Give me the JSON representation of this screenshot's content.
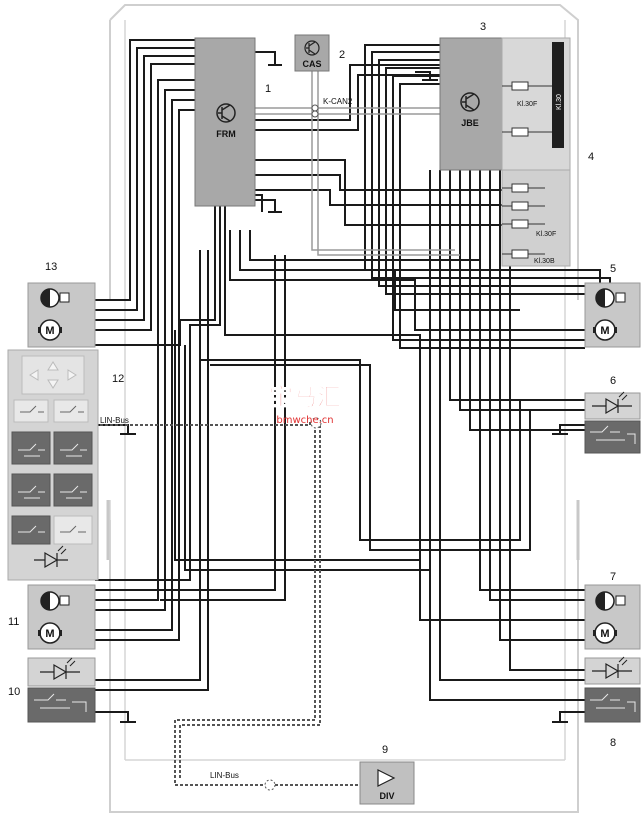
{
  "modules": {
    "frm": {
      "label": "FRM",
      "number": "1"
    },
    "cas": {
      "label": "CAS",
      "number": "2"
    },
    "jbe": {
      "label": "JBE",
      "number": "3"
    },
    "fuse_box": {
      "number": "4",
      "kl30_vertical": "Kl.30",
      "kl30f_a": "Kl.30F",
      "kl30f_b": "Kl.30F",
      "kl30b": "Kl.30B"
    },
    "div": {
      "label": "DIV",
      "number": "9"
    }
  },
  "bus": {
    "kcan2": "K-CAN2",
    "lin_left": "LIN-Bus",
    "lin_bottom": "LIN-Bus"
  },
  "components": {
    "n5": "5",
    "n6": "6",
    "n7": "7",
    "n8": "8",
    "n10": "10",
    "n11": "11",
    "n12": "12",
    "n13": "13"
  },
  "watermark": {
    "title": "宝马汇",
    "url": "bmwche.cn"
  },
  "colors": {
    "module_fill": "#a8a8a8",
    "panel_fill": "#c8c8c8",
    "dark_fill": "#6a6a6a",
    "wire": "#1a1a1a",
    "watermark": "#e03030"
  }
}
